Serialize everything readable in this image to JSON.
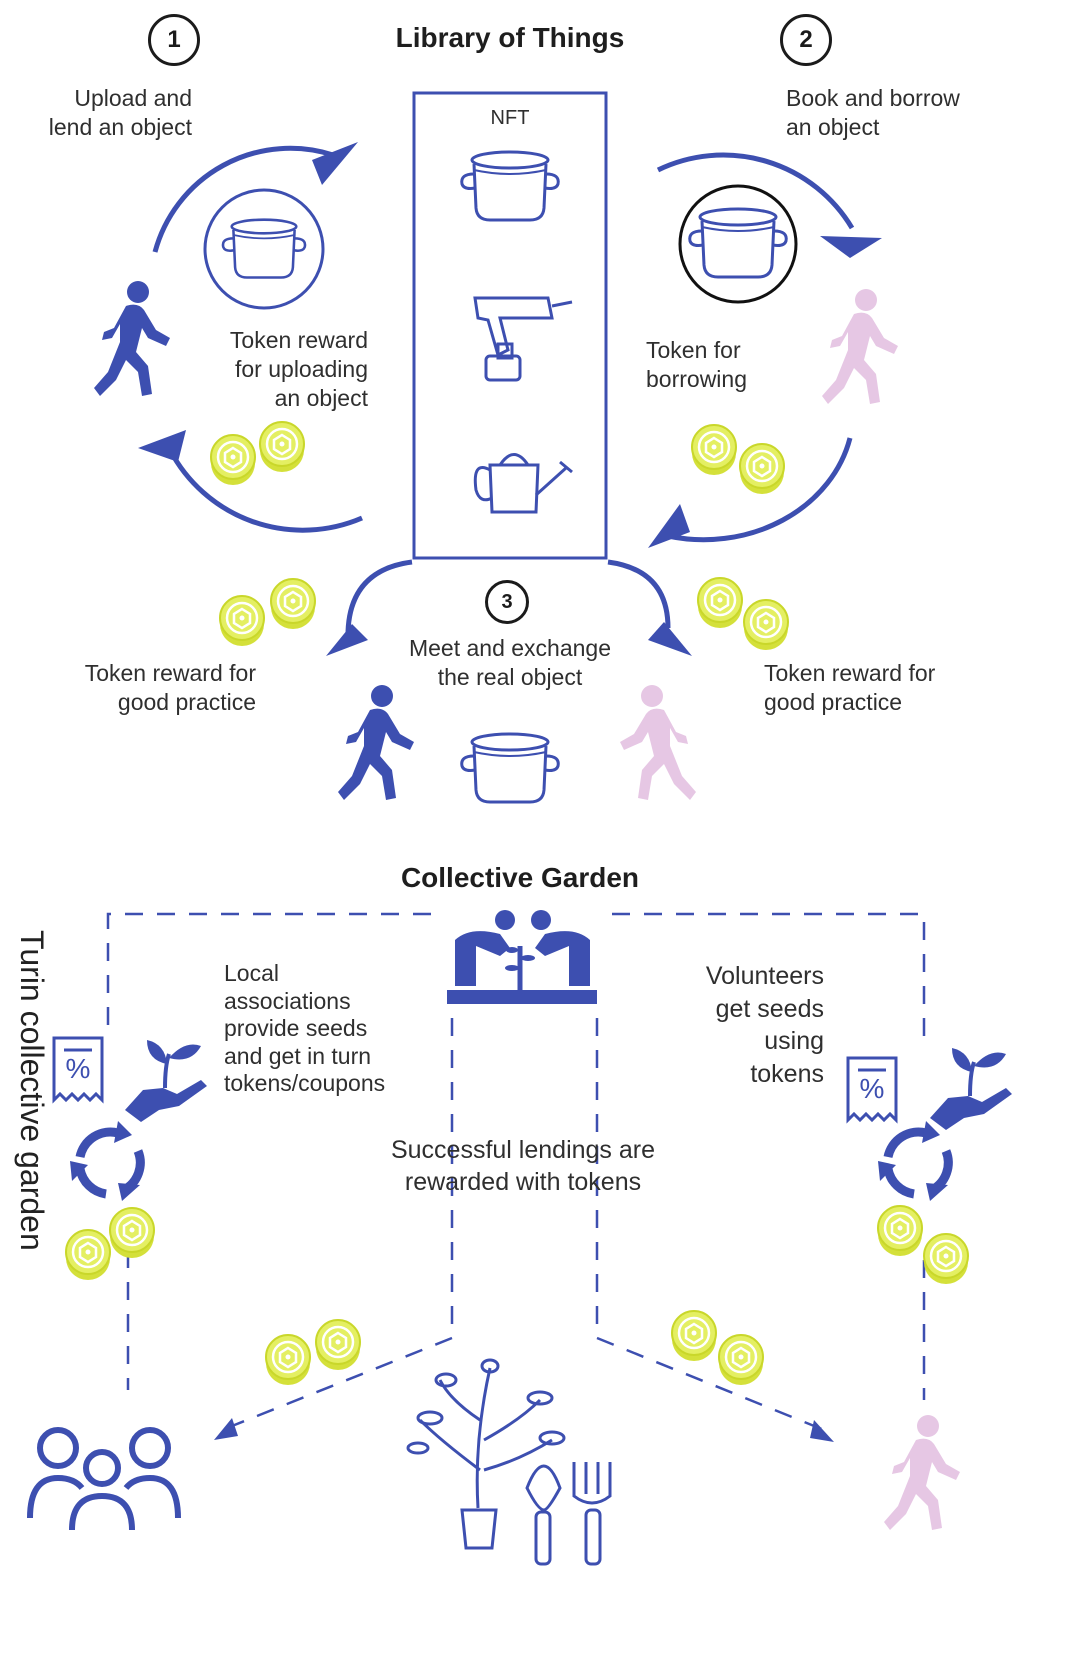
{
  "titles": {
    "library": "Library of Things",
    "garden": "Collective Garden",
    "side": "Turin collective garden"
  },
  "steps": {
    "one": "1",
    "two": "2",
    "three": "3"
  },
  "library": {
    "nft": "NFT",
    "upload": "Upload and\nlend an object",
    "book": "Book and borrow\nan object",
    "token_upload": "Token reward\nfor uploading\nan object",
    "token_borrow": "Token for\nborrowing",
    "meet": "Meet and exchange\nthe real object",
    "good_left": "Token reward for\ngood practice",
    "good_right": "Token reward for\ngood practice"
  },
  "garden": {
    "associations": "Local\nassociations\nprovide seeds\nand get in turn\ntokens/coupons",
    "volunteers": "Volunteers\nget seeds\nusing\ntokens",
    "lendings": "Successful lendings are\nrewarded with tokens"
  },
  "colors": {
    "blue": "#3d4fb0",
    "pink": "#e6c7e4",
    "coin": "#d9e84a",
    "text": "#2f2f2f"
  },
  "icons": [
    "pot-icon",
    "drill-icon",
    "watering-can-icon",
    "walking-person-icon",
    "coin-icon",
    "coupon-icon",
    "seedling-hand-icon",
    "recycle-icon",
    "gardeners-icon",
    "group-icon",
    "plant-tools-icon"
  ]
}
